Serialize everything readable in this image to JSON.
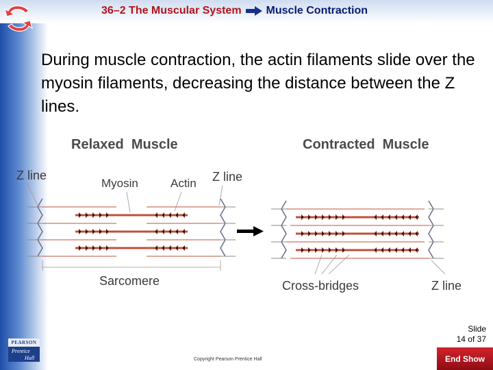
{
  "header": {
    "section": "36–2 The Muscular System",
    "topic": "Muscle Contraction"
  },
  "body_text": "During muscle contraction, the actin filaments slide over the myosin filaments, decreasing the distance between the Z lines.",
  "diagram": {
    "relaxed_title": "Relaxed  Muscle",
    "contracted_title": "Contracted  Muscle",
    "relaxed_labels": {
      "z_line_left": "Z line",
      "myosin": "Myosin",
      "actin": "Actin",
      "z_line_right": "Z line",
      "sarcomere": "Sarcomere"
    },
    "contracted_labels": {
      "cross_bridges": "Cross-bridges",
      "z_line": "Z line"
    }
  },
  "footer": {
    "slide_label": "Slide",
    "slide_position": "14 of 37",
    "end_show": "End Show",
    "copyright": "Copyright Pearson Prentice Hall",
    "logo_top": "PEARSON",
    "logo_line1": "Prentice",
    "logo_line2": "Hall"
  },
  "colors": {
    "header_section": "#b0141e",
    "header_topic": "#0a1a6e",
    "end_show_bg": "#c01a22",
    "filament": "#c0503a",
    "z_line": "#6a6a8a"
  },
  "icons": {
    "nav": "back-forward-arrows-icon",
    "header_arrow": "right-arrow-icon",
    "transition": "right-arrow-icon"
  }
}
